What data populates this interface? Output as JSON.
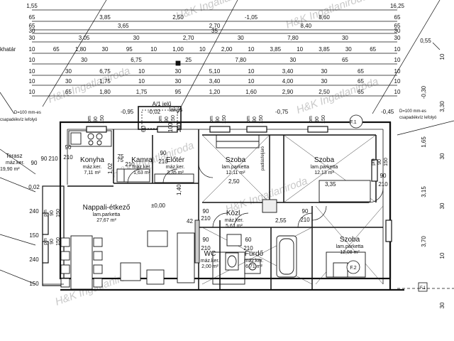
{
  "watermark": {
    "text": "H&K Ingatlaniroda"
  },
  "dimension_rows": [
    [
      "1,55",
      "16,25"
    ],
    [
      "65",
      "3,85",
      "2,50",
      "-1,05",
      "8,60",
      "65"
    ],
    [
      "65",
      "3,65",
      "2,70",
      "8,40",
      "65"
    ],
    [
      "30",
      "35",
      "30"
    ],
    [
      "30",
      "3,05",
      "30",
      "2,70",
      "30",
      "7,80",
      "30",
      "30"
    ],
    [
      "10",
      "65",
      "1,80",
      "30",
      "95",
      "10",
      "1,00",
      "10",
      "2,00",
      "10",
      "3,85",
      "10",
      "3,85",
      "30",
      "65",
      "10"
    ],
    [
      "10",
      "30",
      "6,75",
      "25",
      "7,80",
      "30",
      "65",
      "10"
    ],
    [
      "10",
      "30",
      "6,75",
      "10",
      "30",
      "5,10",
      "10",
      "3,40",
      "30",
      "65",
      "10"
    ],
    [
      "10",
      "30",
      "1,75",
      "10",
      "30",
      "3,40",
      "10",
      "4,00",
      "30",
      "65",
      "10"
    ],
    [
      "10",
      "65",
      "1,80",
      "1,75",
      "95",
      "1,20",
      "1,60",
      "2,90",
      "2,50",
      "65",
      "10"
    ]
  ],
  "left_labels": {
    "border": "khatár",
    "downpipe_left": [
      "D=100 mm-es",
      "csapadékvíz lefolyó"
    ],
    "terrace": [
      "Terasz",
      "máz.ker.",
      "19,90 m²"
    ],
    "left_dims": [
      "90",
      "0,02",
      "240",
      "150",
      "240",
      "150"
    ]
  },
  "right_labels": {
    "downpipe_right": [
      "D=100 mm-es",
      "csapadékvíz lefolyó"
    ],
    "right_dims": [
      "0,55",
      "-0,30",
      "1,65",
      "3,15",
      "3,70",
      "10",
      "3,30",
      "30",
      "30",
      "10",
      "30",
      "30"
    ]
  },
  "entrance": {
    "title": "A/1 jelű",
    "subtitle": "lakás"
  },
  "levels": {
    "hall": "-0,02",
    "corridor": "-0,95",
    "bedroom": "-0,75",
    "right": "-0,45",
    "living": "±0,00"
  },
  "rooms": [
    {
      "id": "konyha",
      "name": "Konyha",
      "floor": "máz.ker.",
      "area": "7,11 m²"
    },
    {
      "id": "kamra",
      "name": "Kamra",
      "floor": "máz.ker.",
      "area": "1,63 m²"
    },
    {
      "id": "eloter",
      "name": "Előtér",
      "floor": "máz.ker.",
      "area": "3,35 m²"
    },
    {
      "id": "szoba1",
      "name": "Szoba",
      "floor": "lam.parketta",
      "area": "12,11 m²"
    },
    {
      "id": "szoba2",
      "name": "Szoba",
      "floor": "lam.parketta",
      "area": "12,13 m²"
    },
    {
      "id": "nappali",
      "name": "Nappali-étkező",
      "floor": "lam.parketta",
      "area": "27,67 m²"
    },
    {
      "id": "kozl",
      "name": "Közl.",
      "floor": "máz.ker.",
      "area": "5,61 m²"
    },
    {
      "id": "wc",
      "name": "WC",
      "floor": "máz.ker.",
      "area": "2,00 m²"
    },
    {
      "id": "furdo",
      "name": "Fürdő",
      "floor": "máz.ker.",
      "area": "6,71 m²"
    },
    {
      "id": "szoba3",
      "name": "Szoba",
      "floor": "lam.parketta",
      "area": "12,08 m²"
    }
  ],
  "annotations": {
    "f1": "F.1",
    "f2": "F.2",
    "f1b": "F.1",
    "attic": "padlásfeljáró",
    "dim_250": "2,50",
    "dim_335": "3,35",
    "dim_255": "2,55",
    "dim_140": "1,40",
    "dim_60": "60",
    "dim_75": "75",
    "dim_102": "1,02",
    "dim_42": "42",
    "dim_240": "240",
    "dim_100": "100"
  },
  "door_labels": [
    "90",
    "210",
    "75",
    "210",
    "90",
    "210",
    "90",
    "210",
    "90",
    "210",
    "90",
    "210",
    "60",
    "210",
    "90",
    "210",
    "90",
    "210"
  ],
  "window_labels": [
    "pm",
    "90",
    "150",
    "pm",
    "90",
    "150",
    "pm",
    "90",
    "150",
    "pm",
    "90",
    "150",
    "pm",
    "90",
    "150",
    "pm",
    "90",
    "150",
    "pm",
    "90",
    "150",
    "pm",
    "90",
    "150"
  ]
}
